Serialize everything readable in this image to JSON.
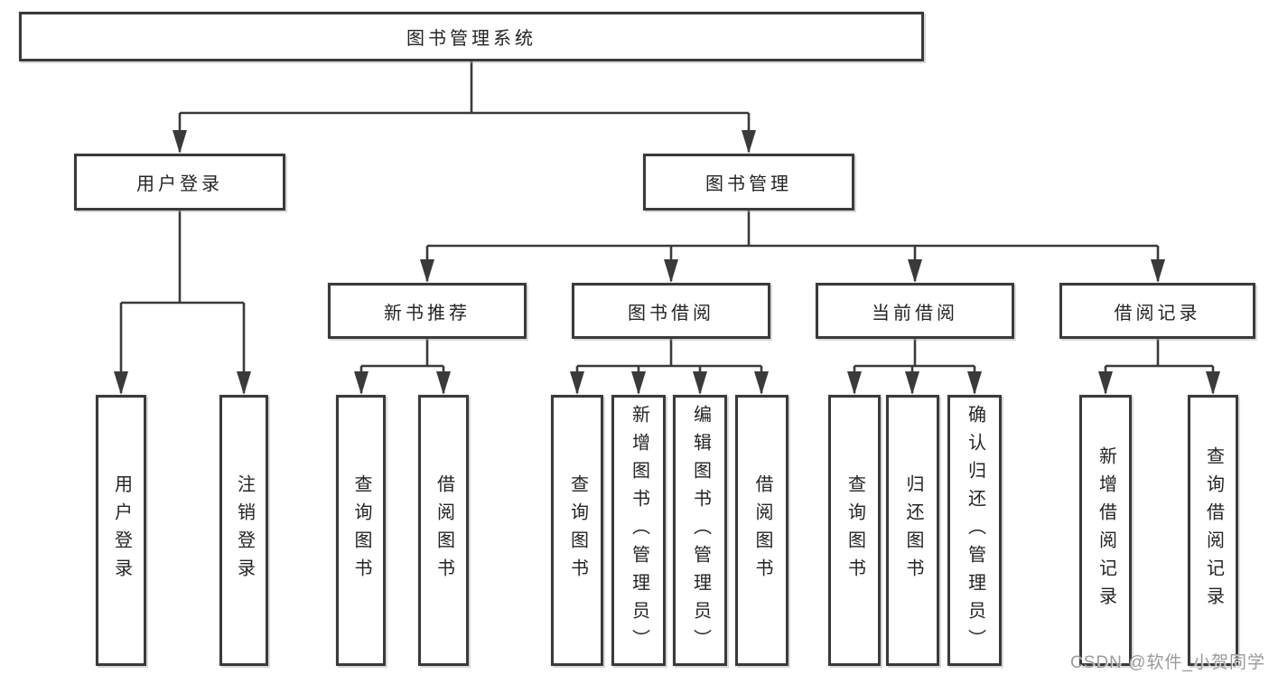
{
  "diagram_title": "图书管理系统",
  "tree": {
    "label": "图书管理系统",
    "children": [
      {
        "label": "用户登录",
        "children": [
          {
            "label": "用户登录"
          },
          {
            "label": "注销登录"
          }
        ]
      },
      {
        "label": "图书管理",
        "children": [
          {
            "label": "新书推荐",
            "children": [
              {
                "label": "查询图书"
              },
              {
                "label": "借阅图书"
              }
            ]
          },
          {
            "label": "图书借阅",
            "children": [
              {
                "label": "查询图书"
              },
              {
                "label": "新增图书（管理员）"
              },
              {
                "label": "编辑图书（管理员）"
              },
              {
                "label": "借阅图书"
              }
            ]
          },
          {
            "label": "当前借阅",
            "children": [
              {
                "label": "查询图书"
              },
              {
                "label": "归还图书"
              },
              {
                "label": "确认归还（管理员）"
              }
            ]
          },
          {
            "label": "借阅记录",
            "children": [
              {
                "label": "新增借阅记录"
              },
              {
                "label": "查询借阅记录"
              }
            ]
          }
        ]
      }
    ]
  },
  "watermark": "CSDN @软件_小贺同学",
  "colors": {
    "line": "#3a3a3a",
    "text": "#242424",
    "watermark": "#9a9a9a",
    "background": "#ffffff"
  }
}
